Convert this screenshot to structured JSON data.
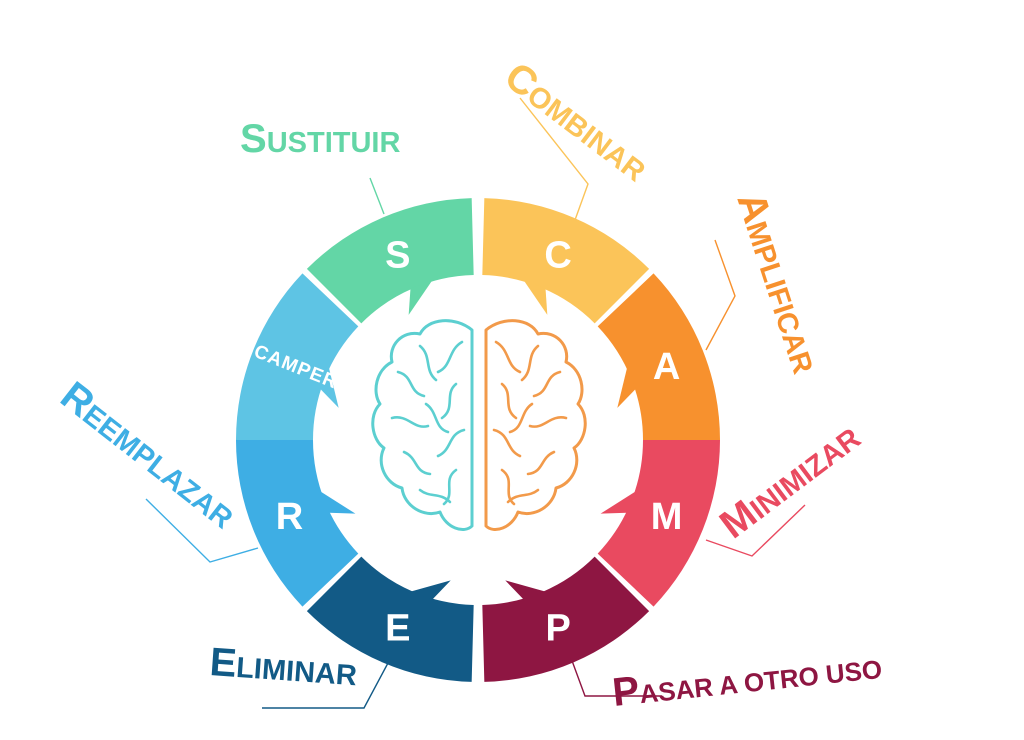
{
  "center_label": "SCAMPER",
  "brain": {
    "left_color": "#5ccfd0",
    "right_color": "#f29a4a"
  },
  "segments": [
    {
      "id": "s",
      "letter": "S",
      "color": "#63d6a6",
      "label_cap": "S",
      "label_rest": "USTITUIR"
    },
    {
      "id": "c",
      "letter": "C",
      "color": "#fbc459",
      "label_cap": "C",
      "label_rest": "OMBINAR"
    },
    {
      "id": "a",
      "letter": "A",
      "color": "#f7912e",
      "label_cap": "A",
      "label_rest": "MPLIFICAR"
    },
    {
      "id": "m",
      "letter": "M",
      "color": "#e94a60",
      "label_cap": "M",
      "label_rest": "INIMIZAR"
    },
    {
      "id": "p",
      "letter": "P",
      "color": "#8e1642",
      "label_cap": "P",
      "label_rest": "ASAR A OTRO USO"
    },
    {
      "id": "e",
      "letter": "E",
      "color": "#125a86",
      "label_cap": "E",
      "label_rest": "LIMINAR"
    },
    {
      "id": "r",
      "letter": "R",
      "color": "#3eaee4",
      "label_cap": "R",
      "label_rest": "EEMPLAZAR"
    }
  ],
  "scamper_segment_color": "#5ec4e4"
}
